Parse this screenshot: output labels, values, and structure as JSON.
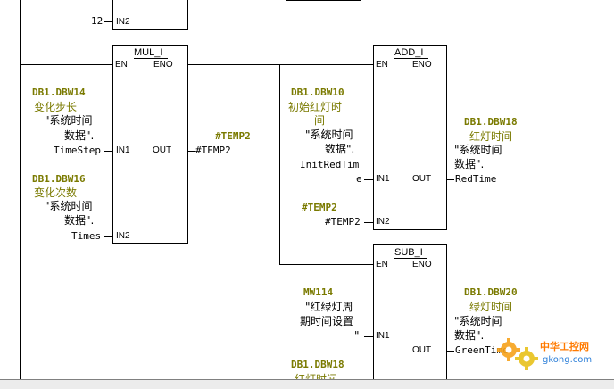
{
  "top_pin": {
    "value": "12",
    "pin": "IN2"
  },
  "mul": {
    "title": "MUL_I",
    "en": "EN",
    "eno": "ENO",
    "in1": "IN1",
    "in2": "IN2",
    "out": "OUT",
    "in1_addr": "DB1.DBW14",
    "in1_sym": "变化步长",
    "in1_cmt1": "\"系统时间",
    "in1_cmt2": "数据\".",
    "in1_var": "TimeStep",
    "in2_addr": "DB1.DBW16",
    "in2_sym": "变化次数",
    "in2_cmt1": "\"系统时间",
    "in2_cmt2": "数据\".",
    "in2_var": "Times",
    "out_addr": "#TEMP2",
    "out_var": "#TEMP2"
  },
  "add": {
    "title": "ADD_I",
    "en": "EN",
    "eno": "ENO",
    "in1": "IN1",
    "in2": "IN2",
    "out": "OUT",
    "in1_addr": "DB1.DBW10",
    "in1_sym1": "初始红灯时",
    "in1_sym2": "间",
    "in1_cmt1": "\"系统时间",
    "in1_cmt2": "数据\".",
    "in1_var1": "InitRedTim",
    "in1_var2": "e",
    "in2_addr": "#TEMP2",
    "in2_var": "#TEMP2",
    "out_addr": "DB1.DBW18",
    "out_sym": "红灯时间",
    "out_cmt1": "\"系统时间",
    "out_cmt2": "数据\".",
    "out_var": "RedTime"
  },
  "sub": {
    "title": "SUB_I",
    "en": "EN",
    "eno": "ENO",
    "in1": "IN1",
    "out": "OUT",
    "in1_addr": "MW114",
    "in1_cmt1": "\"红绿灯周",
    "in1_cmt2": "期时间设置",
    "in1_cmt3": "\"",
    "in2_addr": "DB1.DBW18",
    "in2_sym": "红灯时间",
    "out_addr": "DB1.DBW20",
    "out_sym": "绿灯时间",
    "out_cmt1": "\"系统时间",
    "out_cmt2": "数据\".",
    "out_var": "GreenTime"
  },
  "watermark": {
    "name": "中华工控网",
    "url": "gkong.com"
  },
  "colors": {
    "symbol": "#7a7a00",
    "line": "#000000",
    "logo_orange": "#ff7a00",
    "logo_blue": "#2a7ed8"
  }
}
